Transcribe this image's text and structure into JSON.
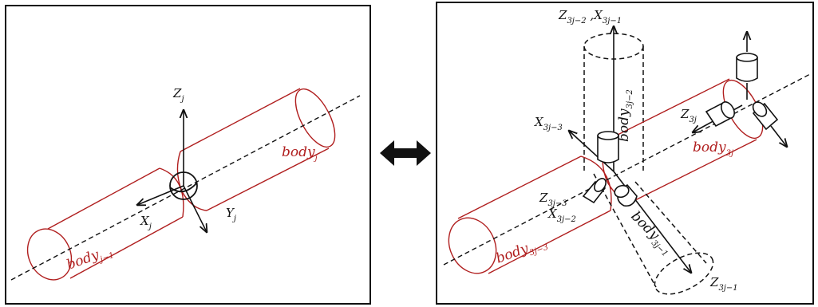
{
  "colors": {
    "body_outline": "#b01e1e",
    "frame_black": "#111111",
    "background": "#ffffff"
  },
  "left_panel": {
    "axes": {
      "z": {
        "base": "Z",
        "sub": "j"
      },
      "x": {
        "base": "X",
        "sub": "j"
      },
      "y": {
        "base": "Y",
        "sub": "j"
      }
    },
    "bodies": {
      "upper": {
        "base": "body",
        "sub": "j"
      },
      "lower": {
        "base": "body",
        "sub": "j−1"
      }
    }
  },
  "connector_icon": "double-headed-arrow-icon",
  "right_panel": {
    "labels": {
      "top_axis": {
        "z_base": "Z",
        "z_sub": "3j−2",
        "sep": " ,",
        "x_base": "X",
        "x_sub": "3j−1"
      },
      "z3j": {
        "base": "Z",
        "sub": "3j"
      },
      "x3j3": {
        "base": "X",
        "sub": "3j−3"
      },
      "z3j3": {
        "base": "Z",
        "sub": "3j−3"
      },
      "x3j2": {
        "base": "X",
        "sub": "3j−2"
      },
      "z3j1": {
        "base": "Z",
        "sub": "3j−1"
      }
    },
    "bodies": {
      "b3j": {
        "base": "body",
        "sub": "3j"
      },
      "b3j3": {
        "base": "body",
        "sub": "3j−3"
      },
      "b3j2": {
        "base": "body",
        "sub": "3j−2"
      },
      "b3j1": {
        "base": "body",
        "sub": "3j−1"
      }
    }
  }
}
